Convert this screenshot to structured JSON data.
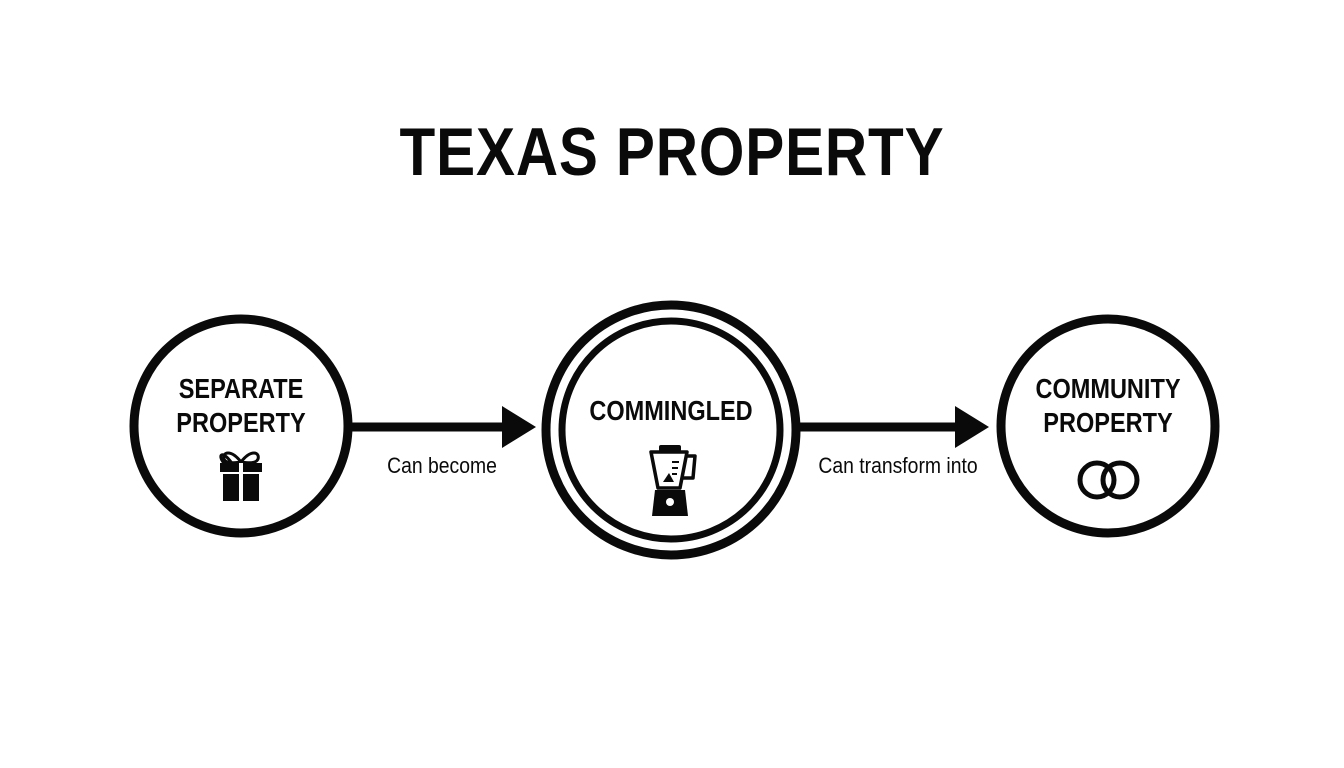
{
  "title": "TEXAS PROPERTY",
  "nodes": {
    "separate": {
      "label": "SEPARATE\nPROPERTY",
      "icon": "gift-icon"
    },
    "commingled": {
      "label": "COMMINGLED",
      "icon": "blender-icon"
    },
    "community": {
      "label": "COMMUNITY\nPROPERTY",
      "icon": "interlocked-rings-icon"
    }
  },
  "edges": {
    "separate_to_commingled": {
      "label": "Can become"
    },
    "commingled_to_community": {
      "label": "Can transform into"
    }
  },
  "colors": {
    "ink": "#0a0a0a",
    "background": "#ffffff"
  }
}
